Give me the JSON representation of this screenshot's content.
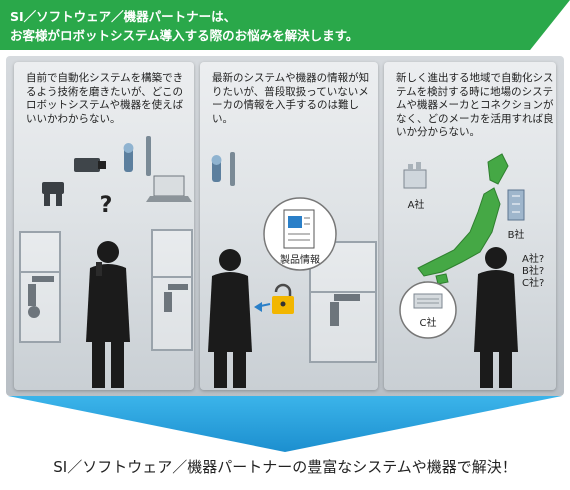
{
  "header": {
    "line1": "SI／ソフトウェア／機器パートナーは、",
    "line2": "お客様がロボットシステム導入する際のお悩みを解決します。"
  },
  "panels": [
    {
      "text": "自前で自動化システムを構築できるよう技術を磨きたいが、どこのロボットシステムや機器を使えばいいかわからない。",
      "symbol": "?"
    },
    {
      "text": "最新のシステムや機器の情報が知りたいが、普段取扱っていないメーカの情報を入手するのは難しい。",
      "doc_label": "製品情報"
    },
    {
      "text": "新しく進出する地域で自動化システムを検討する時に地場のシステムや機器メーカとコネクションがなく、どのメーカを活用すれば良いか分からない。",
      "companies": [
        "A社",
        "B社",
        "C社"
      ],
      "questions": [
        "A社?",
        "B社?",
        "C社?"
      ]
    }
  ],
  "footer": {
    "text": "SI／ソフトウェア／機器パートナーの豊富なシステムや機器で解決！"
  },
  "colors": {
    "banner": "#2aa84a",
    "arrow": "#2ba4de",
    "map": "#45a845",
    "lock": "#f2b600"
  }
}
